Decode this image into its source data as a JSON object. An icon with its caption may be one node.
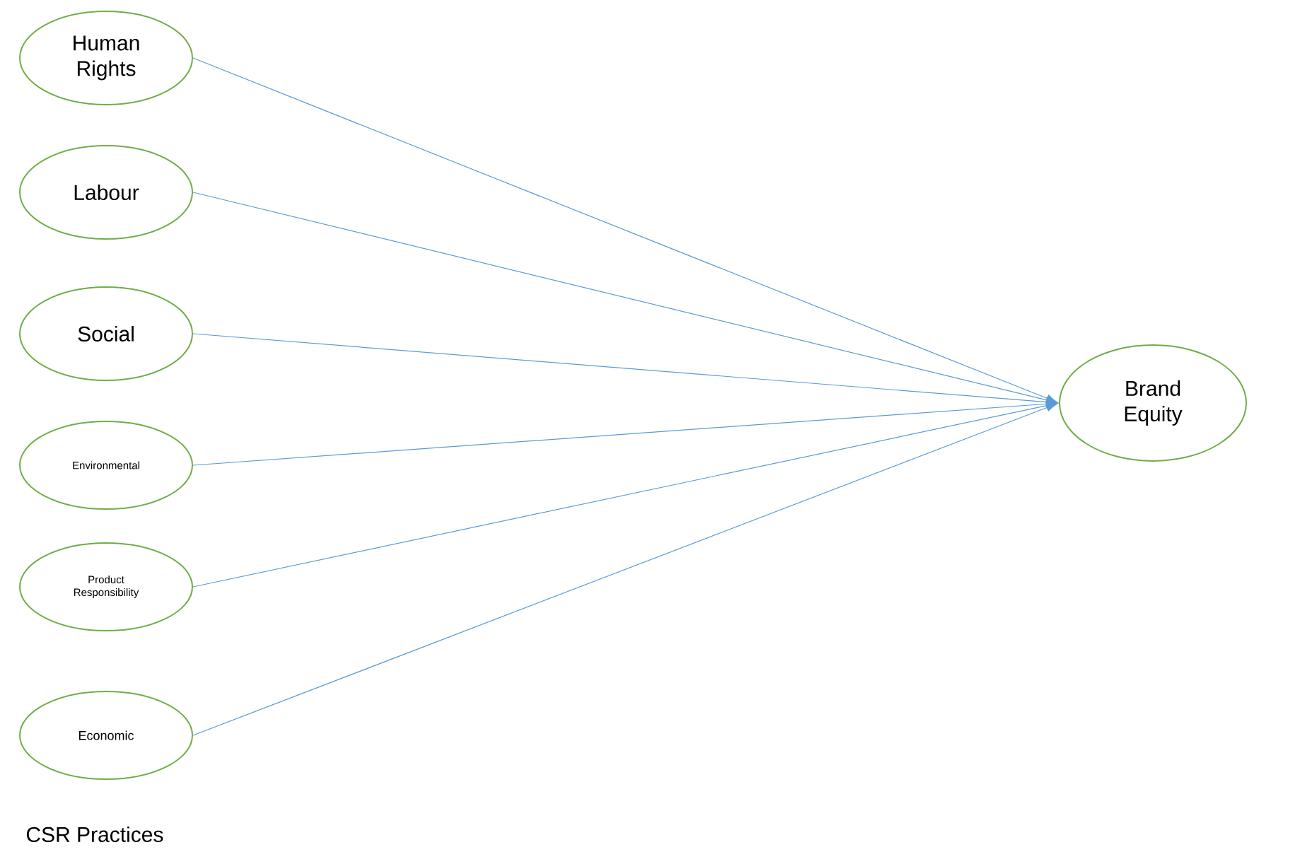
{
  "diagram": {
    "nodes": [
      {
        "text": [
          "Human Rights"
        ]
      },
      {
        "text": [
          "Labour"
        ]
      },
      {
        "text": [
          "Social"
        ]
      },
      {
        "text": [
          "Environmental"
        ]
      },
      {
        "text": [
          "Product Responsibility"
        ]
      },
      {
        "text": [
          "Economic"
        ]
      },
      {
        "text": [
          "Brand Equity"
        ]
      }
    ],
    "edges": [
      {
        "from": 0,
        "to": 6,
        "arrow": "to"
      },
      {
        "from": 1,
        "to": 6,
        "arrow": "to"
      },
      {
        "from": 2,
        "to": 6,
        "arrow": "to"
      },
      {
        "from": 3,
        "to": 6,
        "arrow": "to"
      },
      {
        "from": 4,
        "to": 6,
        "arrow": "to"
      },
      {
        "from": 5,
        "to": 6,
        "arrow": "to"
      }
    ],
    "labels": [
      "CSR Practices"
    ]
  }
}
